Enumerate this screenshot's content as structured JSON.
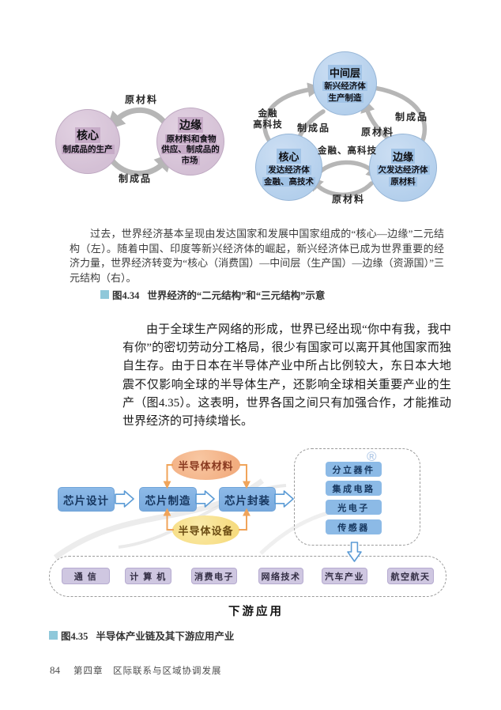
{
  "colors": {
    "chain_box_blue": "#7fb1e0",
    "product_box_blue": "#8cbae6",
    "downstream_box_purple": "#cfc7e1",
    "material_orange": "#f5b88e",
    "equipment_yellow": "#f8e08d",
    "pink_circle": "#d4c0d5",
    "blue_circle": "#b3cfec",
    "caption_bullet": "#8fc8da",
    "arrow_gray": "#b6b6b6",
    "connector_orange": "#f0a45a"
  },
  "fig434": {
    "left": {
      "core_title": "核心",
      "core_sub": "制成品的生产",
      "periphery_title": "边缘",
      "periphery_sub": "原材料和食物供应、制成品的市场",
      "top_label": "原材料",
      "bottom_label": "制成品"
    },
    "right": {
      "middle_title": "中间层",
      "middle_lines": [
        "新兴经济体",
        "生产制造"
      ],
      "core_title": "核心",
      "core_lines": [
        "发达经济体",
        "金融、高技术"
      ],
      "periphery_title": "边缘",
      "periphery_lines": [
        "欠发达经济体",
        "原材料"
      ],
      "label_finance_tech": "金融\n高科技",
      "label_goods_left": "制成品",
      "label_materials_mid": "原材料",
      "label_goods_right": "制成品",
      "label_finance_tech_mid": "金融、高科技",
      "label_materials_bottom": "原材料"
    },
    "note": "过去，世界经济基本呈现由发达国家和发展中国家组成的“核心—边缘”二元结构（左）。随着中国、印度等新兴经济体的崛起，新兴经济体已成为世界重要的经济力量，世界经济转变为“核心（消费国）—中间层（生产国）—边缘（资源国）”三元结构（右）。",
    "caption_no": "图4.34",
    "caption": "世界经济的“二元结构”和“三元结构”示意"
  },
  "paragraph": "由于全球生产网络的形成，世界已经出现“你中有我，我中有你”的密切劳动分工格局，很少有国家可以离开其他国家而独自生存。由于日本在半导体产业中所占比例较大，东日本大地震不仅影响全球的半导体生产，还影响全球相关重要产业的生产（图4.35）。这表明，世界各国之间只有加强合作，才能推动世界经济的可持续增长。",
  "fig435": {
    "chain": [
      "芯片设计",
      "芯片制造",
      "芯片封装"
    ],
    "material": "半导体材料",
    "equipment": "半导体设备",
    "products": [
      "分立器件",
      "集成电路",
      "光电子",
      "传感器"
    ],
    "downstream": [
      "通 信",
      "计 算 机",
      "消费电子",
      "网络技术",
      "汽车产业",
      "航空航天"
    ],
    "downstream_label": "下游应用",
    "registered_mark": "®",
    "caption_no": "图4.35",
    "caption": "半导体产业链及其下游应用产业"
  },
  "footer": {
    "page": "84",
    "chapter": "第四章　区际联系与区域协调发展"
  }
}
